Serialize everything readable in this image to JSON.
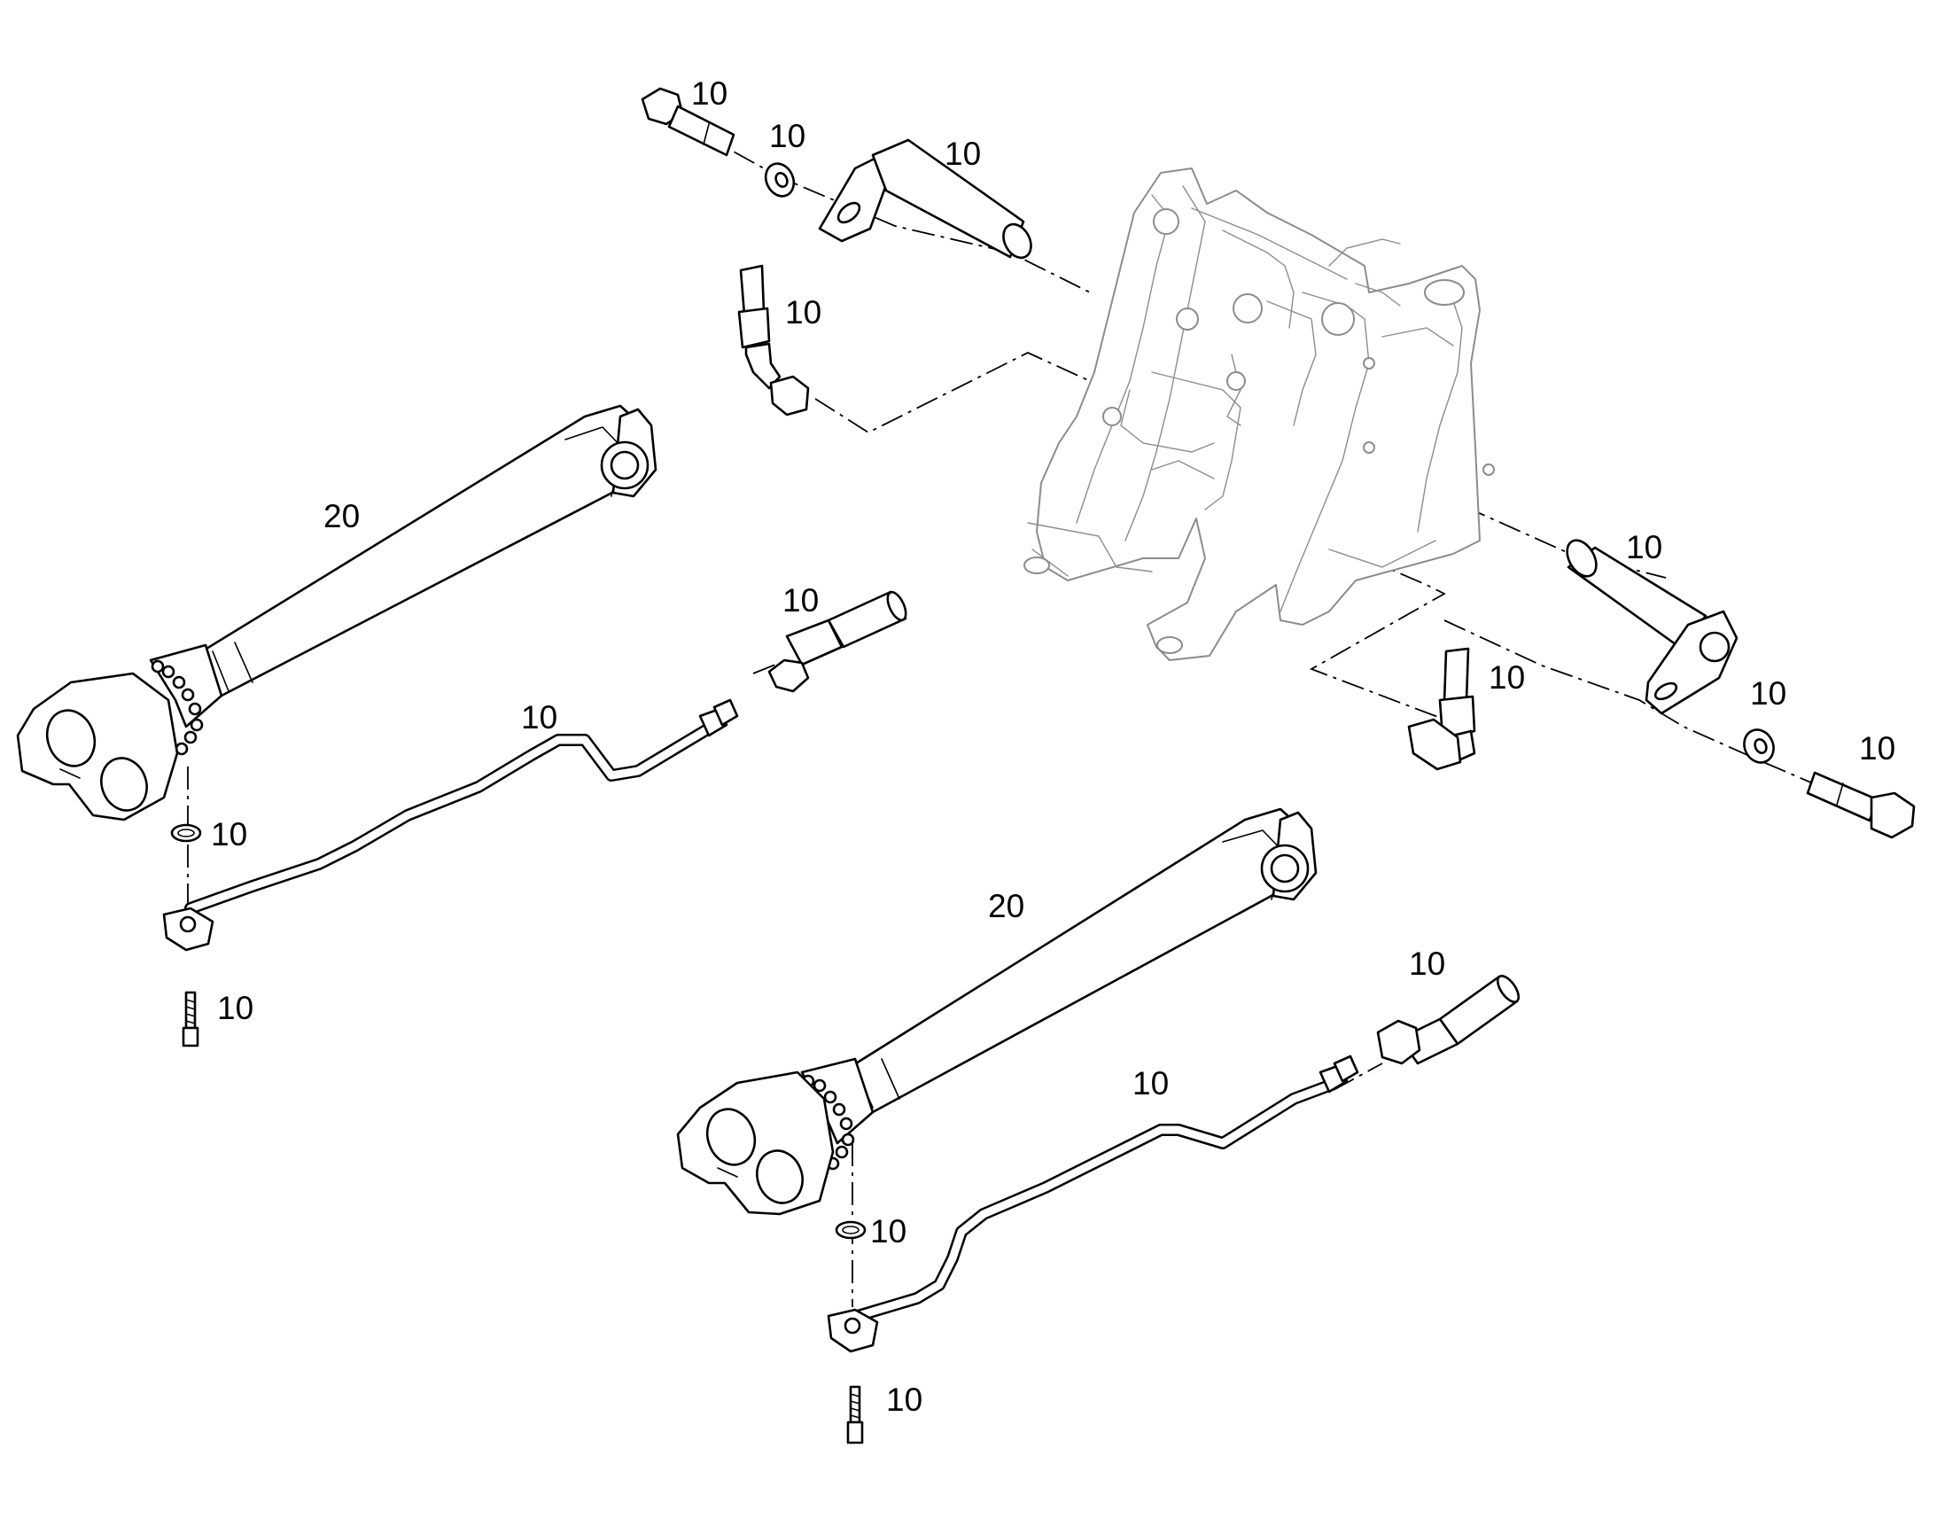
{
  "diagram": {
    "callouts": [
      {
        "id": "bolt-top",
        "text": "10"
      },
      {
        "id": "washer-top",
        "text": "10"
      },
      {
        "id": "pin-top",
        "text": "10"
      },
      {
        "id": "hose-fitting-top",
        "text": "10"
      },
      {
        "id": "cylinder-upper",
        "text": "20"
      },
      {
        "id": "hose-end-upper",
        "text": "10"
      },
      {
        "id": "tube-upper",
        "text": "10"
      },
      {
        "id": "oring-upper",
        "text": "10"
      },
      {
        "id": "screw-upper",
        "text": "10"
      },
      {
        "id": "pin-right",
        "text": "10"
      },
      {
        "id": "hose-fitting-right",
        "text": "10"
      },
      {
        "id": "washer-right",
        "text": "10"
      },
      {
        "id": "bolt-right",
        "text": "10"
      },
      {
        "id": "cylinder-lower",
        "text": "20"
      },
      {
        "id": "hose-end-lower",
        "text": "10"
      },
      {
        "id": "tube-lower",
        "text": "10"
      },
      {
        "id": "oring-lower",
        "text": "10"
      },
      {
        "id": "screw-lower",
        "text": "10"
      }
    ],
    "colors": {
      "line": "#000000",
      "frame": "#8c8c8c",
      "background": "#ffffff"
    }
  }
}
